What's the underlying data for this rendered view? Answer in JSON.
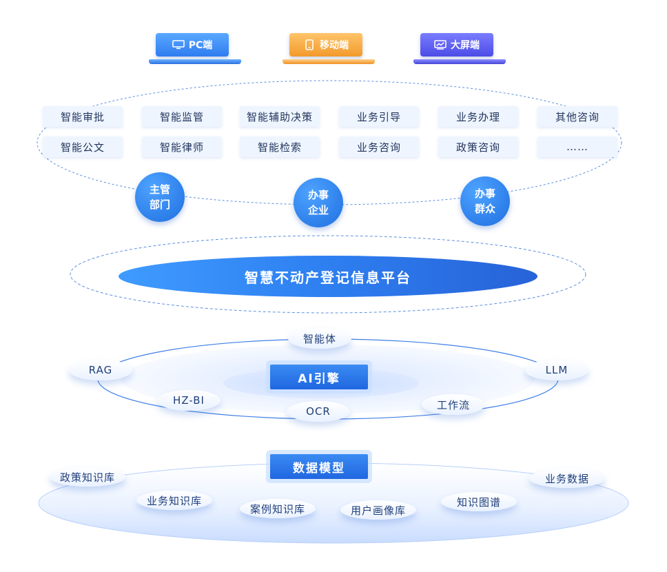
{
  "clients": [
    {
      "label": "PC端",
      "icon": "monitor-icon",
      "color": "#2f7cf0"
    },
    {
      "label": "移动端",
      "icon": "mobile-icon",
      "color": "#f29a2c"
    },
    {
      "label": "大屏端",
      "icon": "screen-chart-icon",
      "color": "#4c4ce6"
    }
  ],
  "services": {
    "row1": [
      "智能审批",
      "智能监管",
      "智能辅助决策",
      "业务引导",
      "业务办理",
      "其他咨询"
    ],
    "row2": [
      "智能公文",
      "智能律师",
      "智能检索",
      "业务咨询",
      "政策咨询",
      "……"
    ]
  },
  "roles": [
    {
      "line1": "主管",
      "line2": "部门"
    },
    {
      "line1": "办事",
      "line2": "企业"
    },
    {
      "line1": "办事",
      "line2": "群众"
    }
  ],
  "platform": {
    "title": "智慧不动产登记信息平台"
  },
  "ai_engine": {
    "core": "AI引擎",
    "nodes": [
      "智能体",
      "RAG",
      "LLM",
      "HZ-BI",
      "OCR",
      "工作流"
    ]
  },
  "data_model": {
    "title": "数据模型",
    "knowledge_bases": [
      "政策知识库",
      "业务知识库",
      "案例知识库",
      "用户画像库",
      "知识图谱",
      "业务数据"
    ]
  },
  "colors": {
    "primary": "#2f7cf0",
    "orange": "#f29a2c",
    "purple": "#4c4ce6",
    "dash": "#5b8fe0"
  }
}
